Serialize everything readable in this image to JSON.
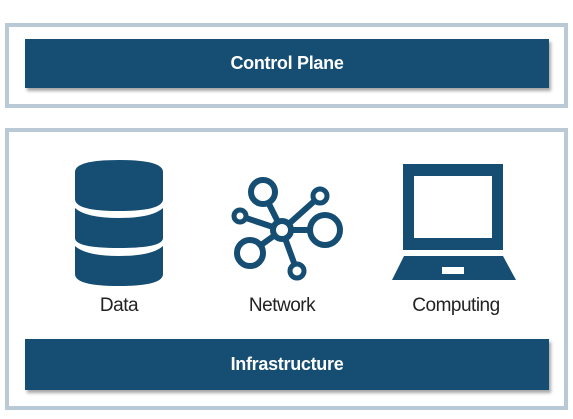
{
  "control_plane": {
    "label": "Control Plane"
  },
  "infrastructure": {
    "label": "Infrastructure",
    "items": [
      {
        "label": "Data",
        "icon": "database-icon"
      },
      {
        "label": "Network",
        "icon": "network-icon"
      },
      {
        "label": "Computing",
        "icon": "laptop-icon"
      }
    ]
  },
  "colors": {
    "bar": "#154d73",
    "border": "#b9c9d6",
    "icon": "#154d73"
  }
}
